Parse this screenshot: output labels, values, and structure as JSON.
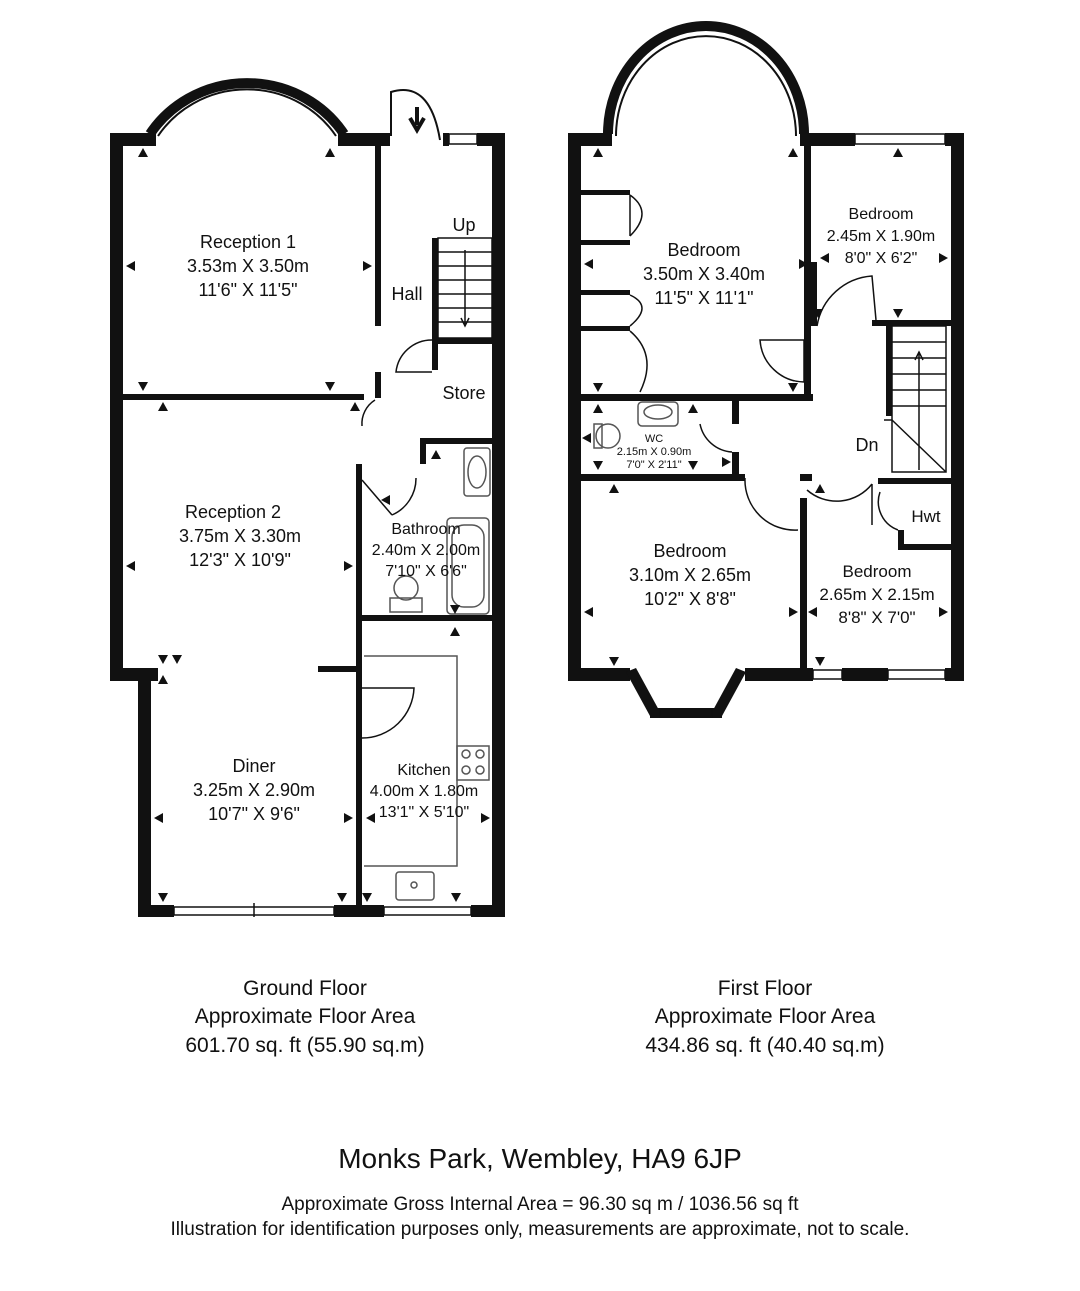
{
  "rooms": {
    "reception1": {
      "name": "Reception 1",
      "metric": "3.53m X 3.50m",
      "imperial": "11'6\" X 11'5\""
    },
    "hall": {
      "name": "Hall"
    },
    "stairs_up": {
      "name": "Up"
    },
    "store": {
      "name": "Store"
    },
    "reception2": {
      "name": "Reception 2",
      "metric": "3.75m X 3.30m",
      "imperial": "12'3\" X 10'9\""
    },
    "bathroom": {
      "name": "Bathroom",
      "metric": "2.40m X 2.00m",
      "imperial": "7'10\" X 6'6\""
    },
    "diner": {
      "name": "Diner",
      "metric": "3.25m X 2.90m",
      "imperial": "10'7\" X 9'6\""
    },
    "kitchen": {
      "name": "Kitchen",
      "metric": "4.00m X 1.80m",
      "imperial": "13'1\" X 5'10\""
    },
    "bedroom1": {
      "name": "Bedroom",
      "metric": "3.50m X 3.40m",
      "imperial": "11'5\" X 11'1\""
    },
    "bedroom2": {
      "name": "Bedroom",
      "metric": "2.45m X 1.90m",
      "imperial": "8'0\" X 6'2\""
    },
    "wc": {
      "name": "WC",
      "metric": "2.15m X 0.90m",
      "imperial": "7'0\" X 2'11\""
    },
    "stairs_down": {
      "name": "Dn"
    },
    "hwt": {
      "name": "Hwt"
    },
    "bedroom3": {
      "name": "Bedroom",
      "metric": "3.10m X 2.65m",
      "imperial": "10'2\" X 8'8\""
    },
    "bedroom4": {
      "name": "Bedroom",
      "metric": "2.65m X 2.15m",
      "imperial": "8'8\" X 7'0\""
    }
  },
  "ground_floor": {
    "title": "Ground Floor",
    "area_label": "Approximate Floor Area",
    "area": "601.70 sq. ft (55.90 sq.m)"
  },
  "first_floor": {
    "title": "First Floor",
    "area_label": "Approximate Floor Area",
    "area": "434.86 sq. ft (40.40 sq.m)"
  },
  "footer": {
    "address": "Monks Park, Wembley, HA9 6JP",
    "gross_area": "Approximate Gross Internal Area = 96.30 sq m / 1036.56 sq ft",
    "disclaimer": "Illustration for identification purposes only, measurements are approximate, not to scale."
  },
  "colors": {
    "wall": "#111111",
    "background": "#ffffff",
    "fixture": "#555555"
  }
}
